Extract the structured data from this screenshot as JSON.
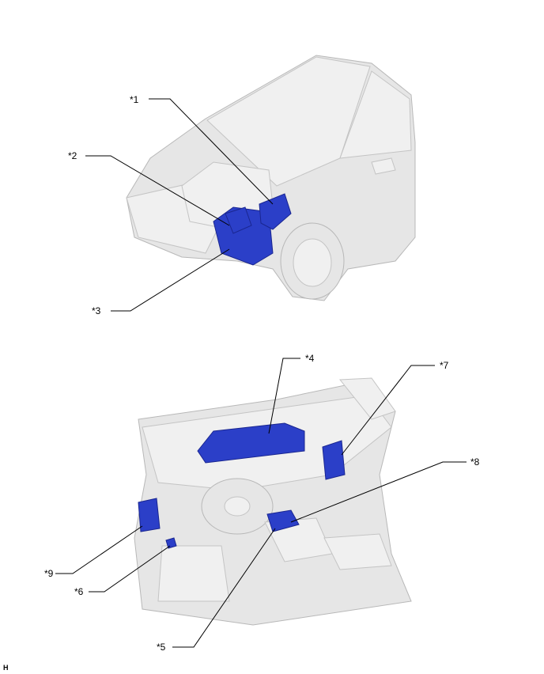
{
  "callouts": {
    "c1": "*1",
    "c2": "*2",
    "c3": "*3",
    "c4": "*4",
    "c5": "*5",
    "c6": "*6",
    "c7": "*7",
    "c8": "*8",
    "c9": "*9"
  },
  "corner_mark": "H",
  "colors": {
    "component": "#2b3fc8",
    "vehicle": "#e6e6e6"
  }
}
